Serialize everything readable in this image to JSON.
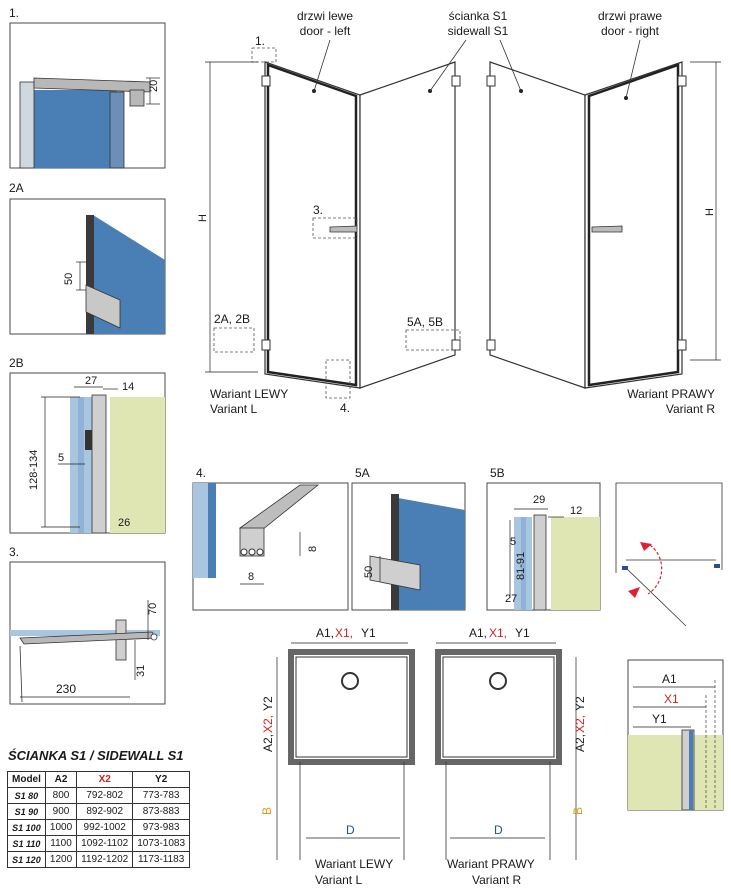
{
  "labels": {
    "detail1": "1.",
    "detail2a": "2A",
    "detail2b": "2B",
    "detail3": "3.",
    "detail4": "4.",
    "detail5a": "5A",
    "detail5b": "5B",
    "callout1": "1.",
    "callout3": "3.",
    "callout4": "4.",
    "callout2a2b": "2A, 2B",
    "callout5a5b": "5A, 5B",
    "door_left_pl": "drzwi lewe",
    "door_left_en": "door - left",
    "sidewall_pl": "ścianka S1",
    "sidewall_en": "sidewall S1",
    "door_right_pl": "drzwi prawe",
    "door_right_en": "door - right",
    "height_left": "H",
    "height_right": "H",
    "variant_left_pl": "Wariant LEWY",
    "variant_left_en": "Variant L",
    "variant_right_pl": "Wariant PRAWY",
    "variant_right_en": "Variant R"
  },
  "dimensions": {
    "d1_height": "20",
    "d2a_height": "50",
    "d2b_width1": "27",
    "d2b_width2": "14",
    "d2b_range": "128-134",
    "d2b_gap": "5",
    "d2b_bottom": "26",
    "d3_height1": "70",
    "d3_height2": "31",
    "d3_length": "230",
    "d4_height": "8",
    "d4_width": "8",
    "d5a_height": "50",
    "d5b_width1": "29",
    "d5b_width2": "12",
    "d5b_range": "81-91",
    "d5b_gap": "5",
    "d5b_bottom": "27"
  },
  "plan": {
    "left_top_a1": "A1,",
    "left_top_x1": " X1,",
    "left_top_y1": " Y1",
    "right_top_a1": "A1,",
    "right_top_x1": " X1,",
    "right_top_y1": " Y1",
    "side_a2": "A2,",
    "side_x2": " X2,",
    "side_y2": " Y2",
    "b": "B",
    "d": "D",
    "variant_left_pl": "Wariant LEWY",
    "variant_left_en": "Variant L",
    "variant_right_pl": "Wariant PRAWY",
    "variant_right_en": "Variant R",
    "legend_a1": "A1",
    "legend_x1": "X1",
    "legend_y1": "Y1"
  },
  "spec_table": {
    "title": "ŚCIANKA S1 / SIDEWALL S1",
    "headers": [
      "Model",
      "A2",
      "X2",
      "Y2"
    ],
    "rows": [
      [
        "S1 80",
        "800",
        "792-802",
        "773-783"
      ],
      [
        "S1 90",
        "900",
        "892-902",
        "873-883"
      ],
      [
        "S1 100",
        "1000",
        "992-1002",
        "973-983"
      ],
      [
        "S1 110",
        "1100",
        "1092-1102",
        "1073-1083"
      ],
      [
        "S1 120",
        "1200",
        "1192-1202",
        "1173-1183"
      ]
    ]
  },
  "colors": {
    "glass": "#4a7fb5",
    "wall": "#dfe6b3",
    "x_red": "#cc2222",
    "d_blue": "#2a4d8f",
    "b_orange": "#e39a1a"
  }
}
